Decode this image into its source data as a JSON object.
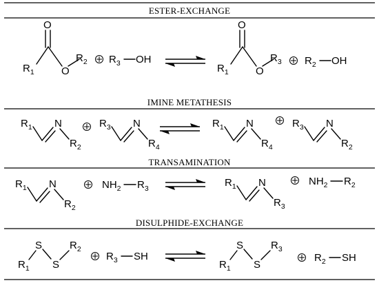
{
  "sections": [
    {
      "title": "ESTER-EXCHANGE",
      "reactants": {
        "carbonyl_o": "O",
        "ester_o": "O",
        "r1": "1",
        "r2": "2",
        "alcohol_r": "3",
        "alcohol_group": "OH"
      },
      "products": {
        "carbonyl_o": "O",
        "ester_o": "O",
        "r1": "1",
        "r3": "3",
        "alcohol_r": "2",
        "alcohol_group": "OH"
      }
    },
    {
      "title": "IMINE METATHESIS",
      "imines": [
        {
          "top": "1",
          "bottom": "2"
        },
        {
          "top": "3",
          "bottom": "4"
        },
        {
          "top": "1",
          "bottom": "4"
        },
        {
          "top": "3",
          "bottom": "2"
        }
      ],
      "atom": "N"
    },
    {
      "title": "TRANSAMINATION",
      "imine_reactant": {
        "top": "1",
        "bottom": "2"
      },
      "amine_reactant": {
        "group": "NH",
        "h_count": "2",
        "r": "3"
      },
      "imine_product": {
        "top": "1",
        "bottom": "3"
      },
      "amine_product": {
        "group": "NH",
        "h_count": "2",
        "r": "2"
      },
      "atom": "N"
    },
    {
      "title": "DISULPHIDE-EXCHANGE",
      "disulfide_reactant": {
        "left": "1",
        "right": "2"
      },
      "thiol_reactant": {
        "r": "3",
        "group": "SH"
      },
      "disulfide_product": {
        "left": "1",
        "right": "3"
      },
      "thiol_product": {
        "r": "2",
        "group": "SH"
      },
      "atom": "S"
    }
  ],
  "r_letter": "R"
}
